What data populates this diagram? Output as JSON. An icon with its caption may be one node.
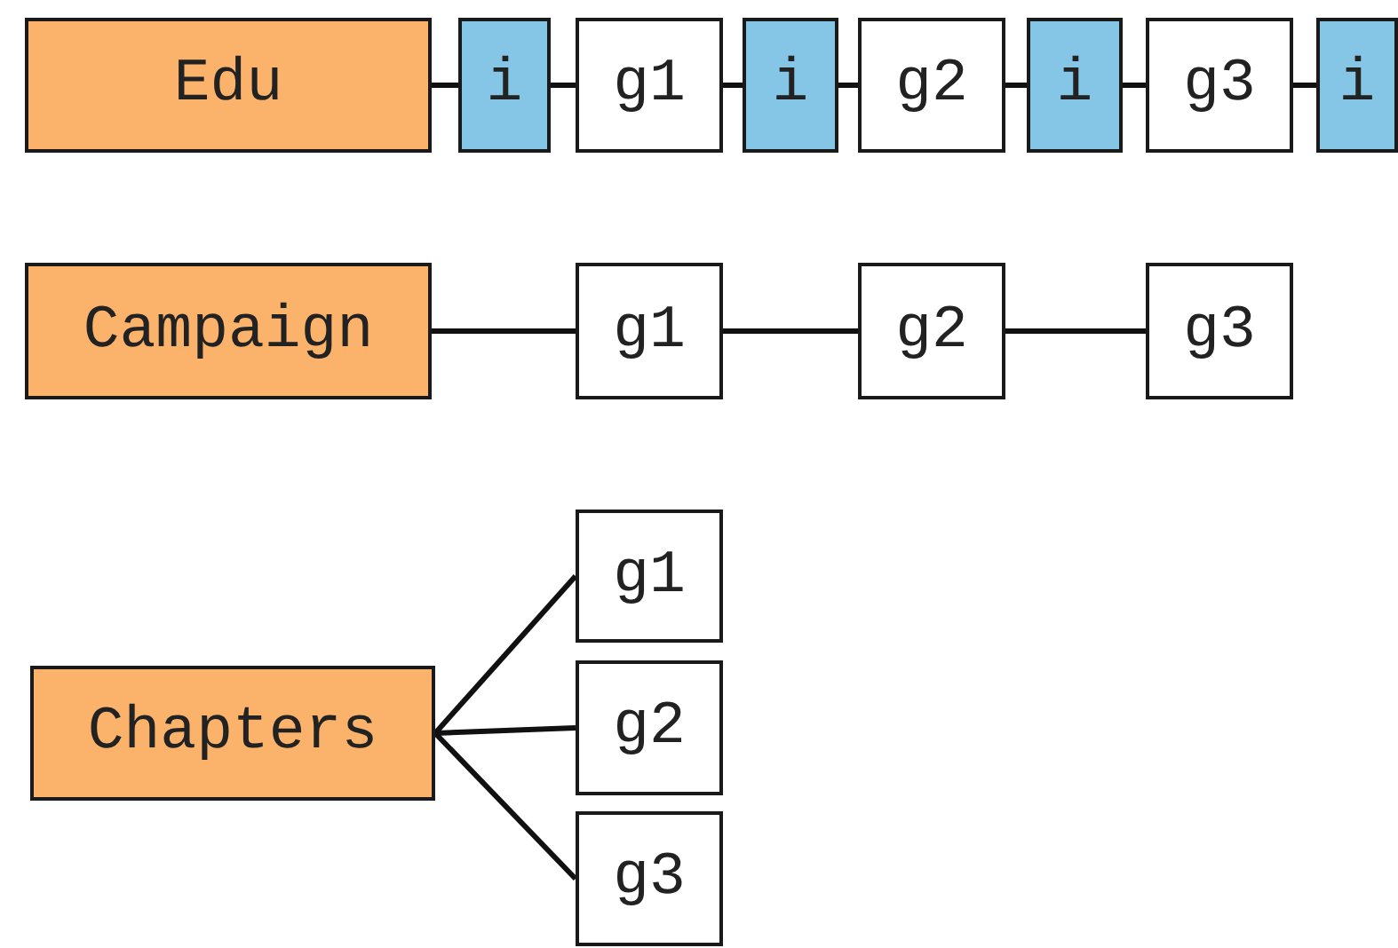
{
  "diagram": {
    "nodes": [
      {
        "text": [
          "Edu"
        ]
      },
      {
        "text": [
          "i"
        ]
      },
      {
        "text": [
          "g1"
        ]
      },
      {
        "text": [
          "i"
        ]
      },
      {
        "text": [
          "g2"
        ]
      },
      {
        "text": [
          "i"
        ]
      },
      {
        "text": [
          "g3"
        ]
      },
      {
        "text": [
          "i"
        ]
      },
      {
        "text": [
          "Campaign"
        ]
      },
      {
        "text": [
          "g1"
        ]
      },
      {
        "text": [
          "g2"
        ]
      },
      {
        "text": [
          "g3"
        ]
      },
      {
        "text": [
          "Chapters"
        ]
      },
      {
        "text": [
          "g1"
        ]
      },
      {
        "text": [
          "g2"
        ]
      },
      {
        "text": [
          "g3"
        ]
      }
    ],
    "edges": [
      {
        "from": 0,
        "to": 1,
        "arrow": "none"
      },
      {
        "from": 1,
        "to": 2,
        "arrow": "none"
      },
      {
        "from": 2,
        "to": 3,
        "arrow": "none"
      },
      {
        "from": 3,
        "to": 4,
        "arrow": "none"
      },
      {
        "from": 4,
        "to": 5,
        "arrow": "none"
      },
      {
        "from": 5,
        "to": 6,
        "arrow": "none"
      },
      {
        "from": 6,
        "to": 7,
        "arrow": "none"
      },
      {
        "from": 8,
        "to": 9,
        "arrow": "none"
      },
      {
        "from": 9,
        "to": 10,
        "arrow": "none"
      },
      {
        "from": 10,
        "to": 11,
        "arrow": "none"
      },
      {
        "from": 12,
        "to": 13,
        "arrow": "none"
      },
      {
        "from": 12,
        "to": 14,
        "arrow": "none"
      },
      {
        "from": 12,
        "to": 15,
        "arrow": "none"
      }
    ]
  }
}
